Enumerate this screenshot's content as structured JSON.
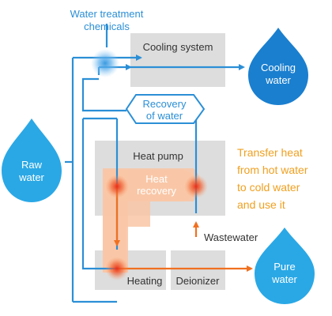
{
  "chemicals": {
    "line1": "Water treatment",
    "line2": "chemicals"
  },
  "cooling_system": {
    "label": "Cooling system"
  },
  "cooling_water": {
    "line1": "Cooling",
    "line2": "water"
  },
  "raw_water": {
    "line1": "Raw",
    "line2": "water"
  },
  "recovery_of_water": {
    "line1": "Recovery",
    "line2": "of water"
  },
  "heat_pump": {
    "label": "Heat pump"
  },
  "heat_recovery": {
    "line1": "Heat",
    "line2": "recovery"
  },
  "transfer_note": {
    "line1": "Transfer heat",
    "line2": "from hot water",
    "line3": "to cold water",
    "line4": "and use it"
  },
  "wastewater": {
    "label": "Wastewater"
  },
  "heating": {
    "label": "Heating"
  },
  "deionizer": {
    "label": "Deionizer"
  },
  "pure_water": {
    "line1": "Pure",
    "line2": "water"
  },
  "colors": {
    "blue_line": "#2b8fd6",
    "drop_dark": "#1a7fcf",
    "drop_light": "#2aa8e6",
    "orange": "#f07020",
    "orange_text": "#f0a020",
    "box_gray": "#dddddd",
    "text_gray": "#333333"
  }
}
